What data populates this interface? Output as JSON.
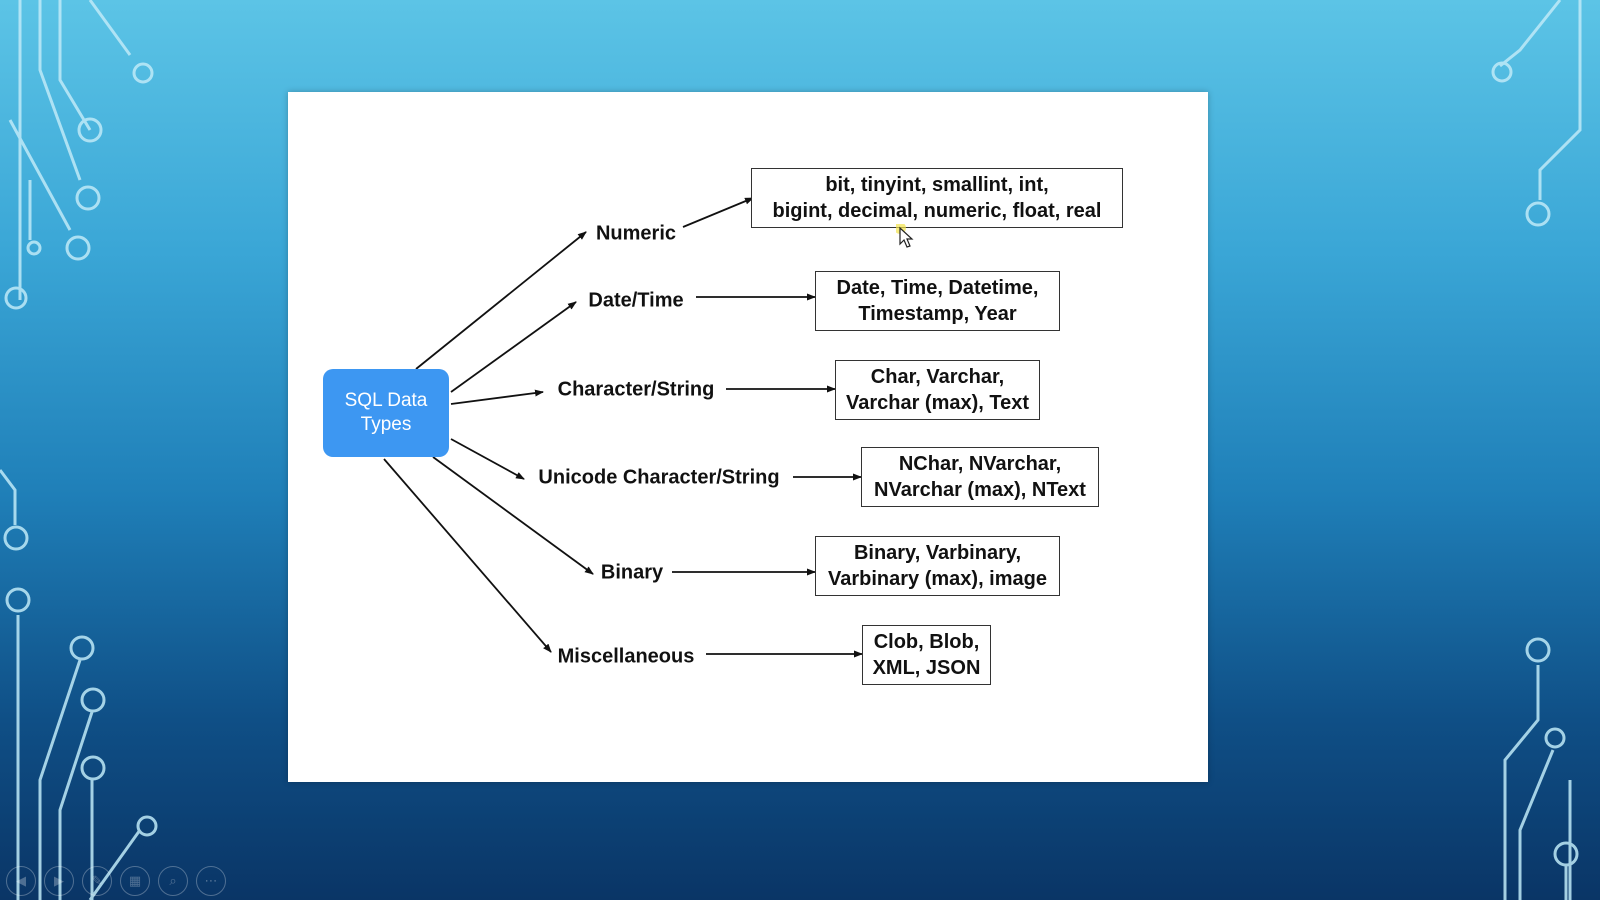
{
  "diagram": {
    "root": {
      "label": "SQL Data Types"
    },
    "categories": [
      {
        "label": "Numeric",
        "types": "bit, tinyint, smallint, int,\nbigint, decimal, numeric, float, real"
      },
      {
        "label": "Date/Time",
        "types": "Date, Time, Datetime,\nTimestamp, Year"
      },
      {
        "label": "Character/String",
        "types": "Char, Varchar,\nVarchar (max), Text"
      },
      {
        "label": "Unicode Character/String",
        "types": "NChar, NVarchar,\nNVarchar (max), NText"
      },
      {
        "label": "Binary",
        "types": "Binary, Varbinary,\nVarbinary (max), image"
      },
      {
        "label": "Miscellaneous",
        "types": "Clob, Blob,\nXML, JSON"
      }
    ]
  },
  "controls": [
    {
      "name": "previous-slide-icon",
      "glyph": "◀"
    },
    {
      "name": "next-slide-icon",
      "glyph": "▶"
    },
    {
      "name": "pen-icon",
      "glyph": "✎"
    },
    {
      "name": "slides-grid-icon",
      "glyph": "▦"
    },
    {
      "name": "zoom-icon",
      "glyph": "⌕"
    },
    {
      "name": "more-options-icon",
      "glyph": "⋯"
    }
  ]
}
